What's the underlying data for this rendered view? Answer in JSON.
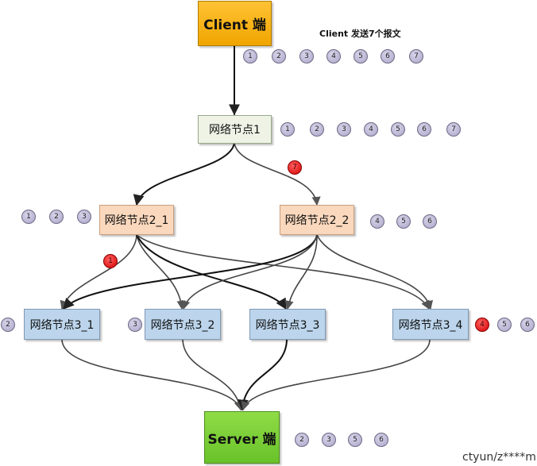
{
  "nodes": {
    "client": "Client 端",
    "node1": "网络节点1",
    "node2_1": "网络节点2_1",
    "node2_2": "网络节点2_2",
    "node3_1": "网络节点3_1",
    "node3_2": "网络节点3_2",
    "node3_3": "网络节点3_3",
    "node3_4": "网络节点3_4",
    "server": "Server 端"
  },
  "note": "Client 发送7个报文",
  "packets": {
    "client": [
      "1",
      "2",
      "3",
      "4",
      "5",
      "6",
      "7"
    ],
    "node1": [
      "1",
      "2",
      "3",
      "4",
      "5",
      "6",
      "7"
    ],
    "lost_link_1_to_2_2": [
      "7"
    ],
    "node2_1": [
      "1",
      "2",
      "3"
    ],
    "node2_2": [
      "4",
      "5",
      "6"
    ],
    "lost_link_2_1_to_3_1": [
      "1"
    ],
    "node3_1": [
      "2"
    ],
    "node3_2": [
      "3"
    ],
    "node3_4_lost": [
      "4"
    ],
    "node3_4": [
      "5",
      "6"
    ],
    "server": [
      "2",
      "3",
      "5",
      "6"
    ]
  },
  "watermark": "ctyun/z****m",
  "colors": {
    "client": "#f0a500",
    "server": "#69c22a",
    "level1": "#eef3e6",
    "level2": "#fad8bd",
    "level3": "#bcd5ec",
    "packet": "#b6b1d2",
    "packet_lost": "#e00000"
  }
}
